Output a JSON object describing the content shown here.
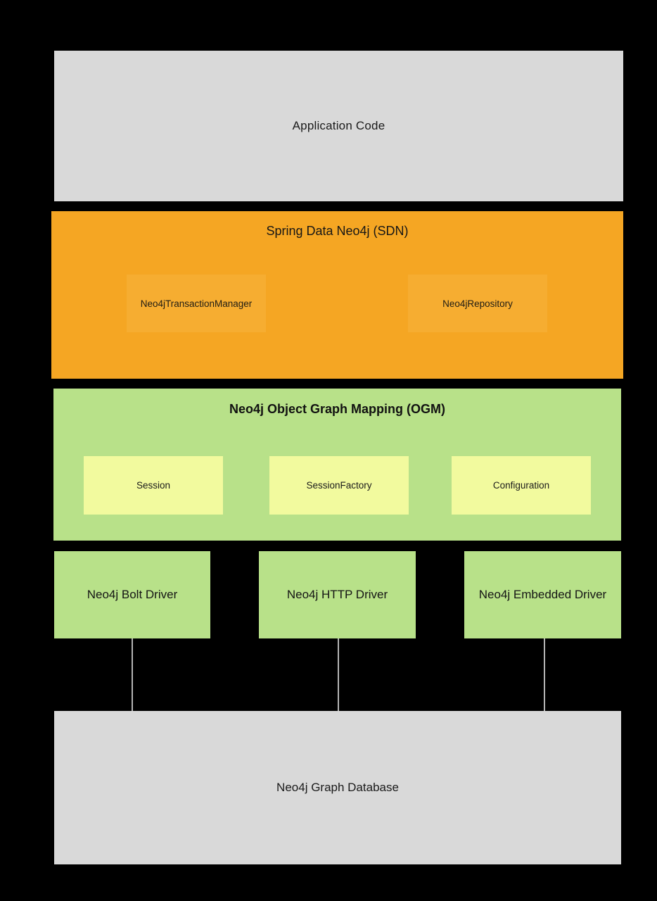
{
  "diagram": {
    "background_color": "#000000",
    "connector_color": "#b4b4b4",
    "layers": {
      "application": {
        "title": "Application Code",
        "color": "#d9d9d9"
      },
      "sdn": {
        "title": "Spring Data Neo4j (SDN)",
        "color": "#f5a623",
        "components": [
          {
            "label": "Neo4jTransactionManager"
          },
          {
            "label": "Neo4jRepository"
          }
        ]
      },
      "ogm": {
        "title": "Neo4j Object Graph Mapping (OGM)",
        "color": "#b8e189",
        "components": [
          {
            "label": "Session",
            "color": "#f2fa9e"
          },
          {
            "label": "SessionFactory",
            "color": "#f2fa9e"
          },
          {
            "label": "Configuration",
            "color": "#f2fa9e"
          }
        ]
      },
      "drivers": {
        "color": "#b8e189",
        "items": [
          {
            "label": "Neo4j Bolt Driver"
          },
          {
            "label": "Neo4j HTTP Driver"
          },
          {
            "label": "Neo4j Embedded Driver"
          }
        ]
      },
      "database": {
        "title": "Neo4j Graph Database",
        "color": "#d9d9d9"
      }
    }
  }
}
